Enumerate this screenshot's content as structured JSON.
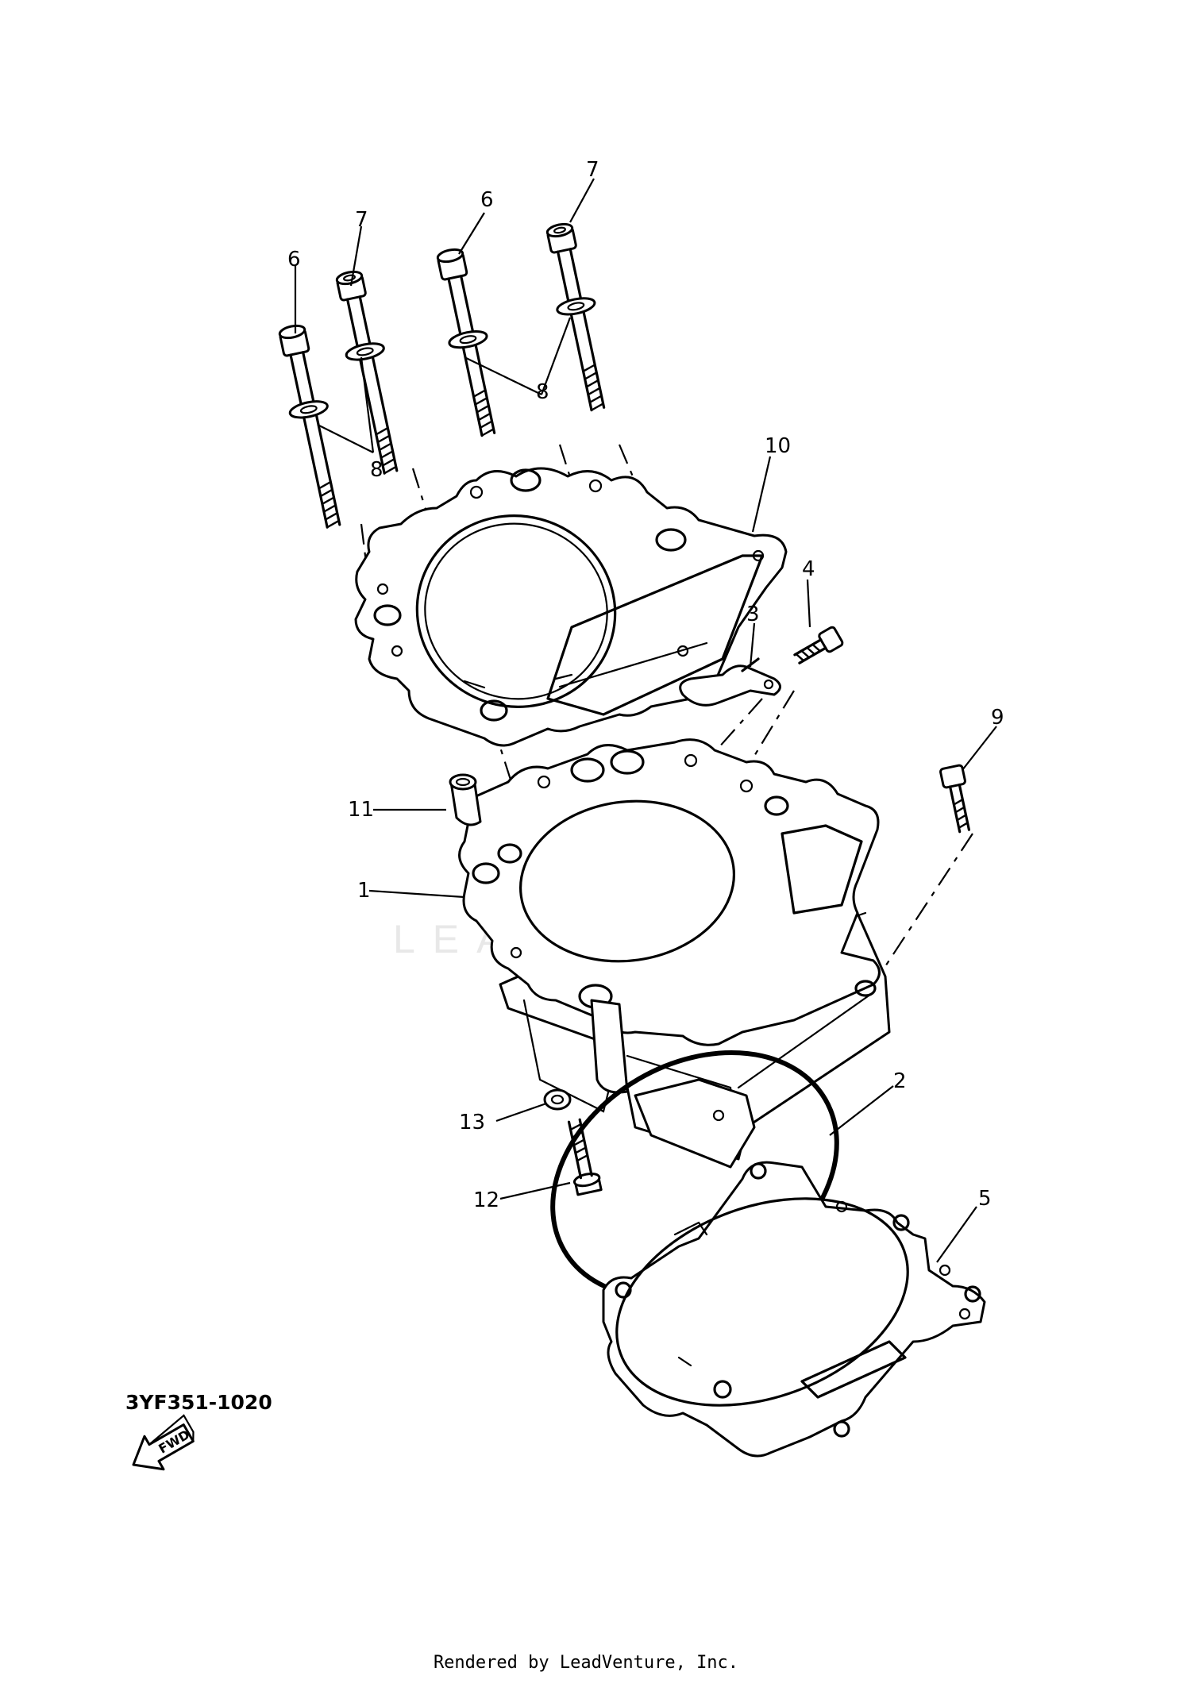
{
  "diagram": {
    "code": "3YF351-1020",
    "footer": "Rendered by LeadVenture, Inc.",
    "watermark": "LEADVENTURE",
    "fwd_label": "FWD",
    "callouts": [
      "1",
      "2",
      "3",
      "4",
      "5",
      "6",
      "6",
      "7",
      "7",
      "8",
      "8",
      "9",
      "10",
      "11",
      "12",
      "13"
    ]
  },
  "icons": {
    "fwd": "fwd-arrow-icon",
    "logo": "leadventure-watermark-logo"
  }
}
